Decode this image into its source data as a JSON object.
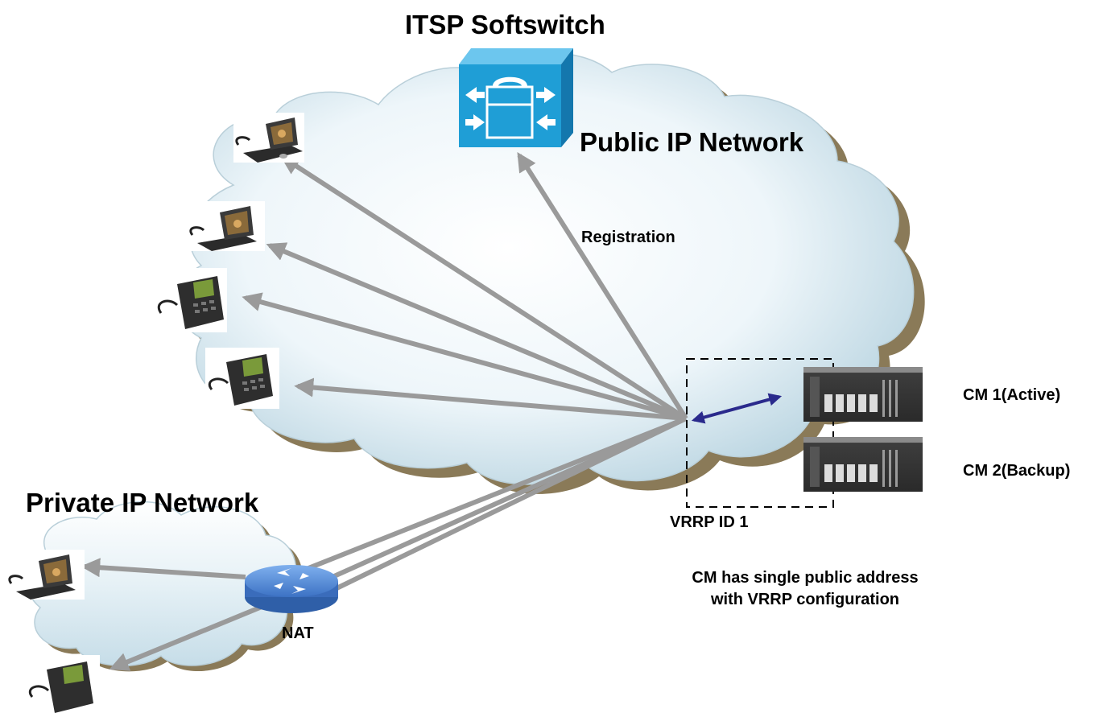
{
  "titles": {
    "softswitch": "ITSP Softswitch",
    "public_network": "Public IP Network",
    "private_network": "Private IP Network"
  },
  "labels": {
    "registration": "Registration",
    "cm1": "CM 1(Active)",
    "cm2": "CM 2(Backup)",
    "vrrp_id": "VRRP ID 1",
    "nat": "NAT",
    "note_line1": "CM has single public address",
    "note_line2": "with VRRP configuration"
  },
  "colors": {
    "arrow": "#9a9a9a",
    "vrrp_link": "#2a2a8c",
    "softswitch": "#1f9ed6",
    "router": "#3f78c8",
    "cloud_edge": "#7a6a4a"
  },
  "icons": [
    "softswitch-icon",
    "video-phone-icon",
    "ip-phone-icon",
    "router-icon",
    "chassis-icon"
  ]
}
